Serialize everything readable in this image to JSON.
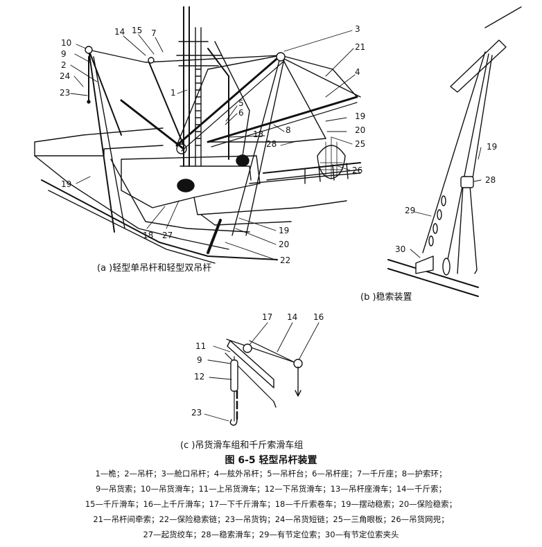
{
  "panel_a": {
    "caption": "(a )轻型单吊杆和轻型双吊杆",
    "labels": [
      "10",
      "9",
      "2",
      "24",
      "23",
      "14",
      "15",
      "7",
      "3",
      "21",
      "4",
      "1",
      "5",
      "6",
      "13",
      "8",
      "19",
      "20",
      "28",
      "25",
      "26",
      "19",
      "18",
      "27",
      "19",
      "20",
      "22"
    ]
  },
  "panel_b": {
    "caption": "(b )稳索装置",
    "labels": [
      "19",
      "28",
      "29",
      "30"
    ]
  },
  "panel_c": {
    "caption": "(c )吊货滑车组和千斤索滑车组",
    "labels": [
      "17",
      "14",
      "16",
      "11",
      "9",
      "12",
      "23"
    ]
  },
  "figure_title": "图 6-5   轻型吊杆装置",
  "legend_lines": [
    "1—桅；2—吊杆；3—舱口吊杆；4—舷外吊杆；5—吊杆台；6—吊杆座；7—千斤座；8—护索环；",
    "9—吊货索；10—吊货滑车；11—上吊货滑车；12—下吊货滑车；13—吊杆座滑车；14—千斤索；",
    "15—千斤滑车；16—上千斤滑车；17—下千斤滑车；18—千斤索卷车；19—摆动稳索；20—保险稳索；",
    "21—吊杆间牵索；22—保险稳索链；23—吊货钩；24—吊货短链；25—三角眼板；26—吊货网兜；",
    "27—起货绞车；28—稳索滑车；29—有节定位索；30—有节定位索夹头"
  ]
}
